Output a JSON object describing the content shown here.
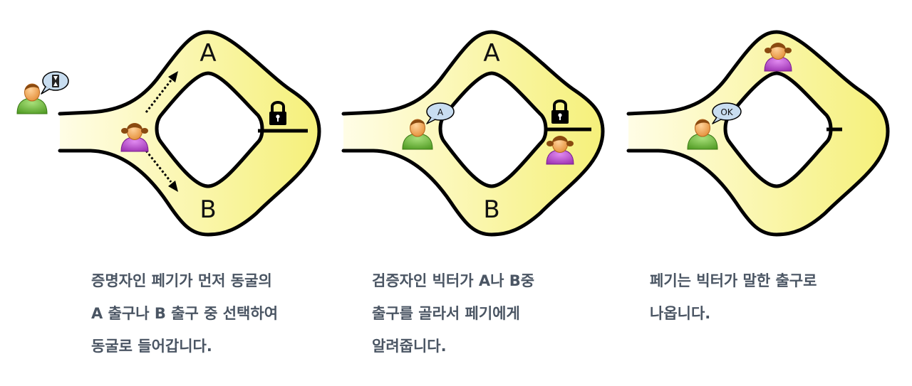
{
  "panels": [
    {
      "label_a": "A",
      "label_b": "B",
      "caption": [
        "증명자인 페기가 먼저 동굴의",
        "A 출구나 B 출구 중 선택하여",
        "동굴로 들어갑니다."
      ]
    },
    {
      "label_a": "A",
      "label_b": "B",
      "bubble": "A",
      "caption": [
        "검증자인 빅터가 A나 B중",
        "출구를 골라서 페기에게",
        "알려줍니다."
      ]
    },
    {
      "bubble": "OK",
      "caption": [
        "페기는 빅터가 말한 출구로",
        "나옵니다."
      ]
    }
  ],
  "colors": {
    "cave_fill": "#f7f284",
    "cave_fill_light": "#fffde6",
    "outline": "#000000",
    "victor_body": "#66bb33",
    "peggy_body": "#bb44cc",
    "skin": "#ee9944",
    "hair": "#884411",
    "bubble": "#c8ddf0",
    "caption_text": "#4a5563"
  }
}
